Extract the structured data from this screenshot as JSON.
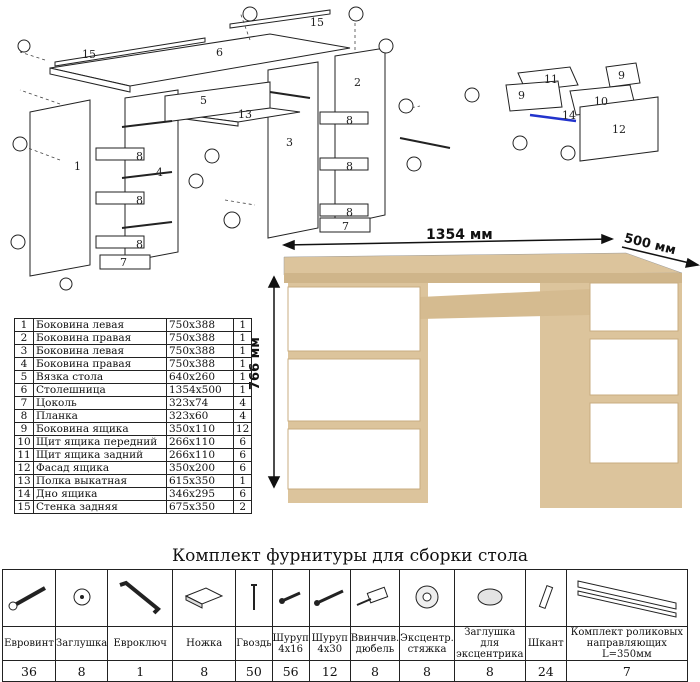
{
  "dimensions": {
    "width": "1354 мм",
    "depth": "500 мм",
    "height": "766 мм"
  },
  "exploded_labels": [
    "15",
    "15",
    "6",
    "1",
    "2",
    "3",
    "4",
    "5",
    "8",
    "8",
    "8",
    "8",
    "8",
    "8",
    "7",
    "7",
    "13"
  ],
  "drawer_labels": [
    "11",
    "9",
    "9",
    "10",
    "14",
    "12"
  ],
  "parts": [
    {
      "n": "1",
      "name": "Боковина левая",
      "dim": "750x388",
      "qty": "1"
    },
    {
      "n": "2",
      "name": "Боковина правая",
      "dim": "750x388",
      "qty": "1"
    },
    {
      "n": "3",
      "name": "Боковина левая",
      "dim": "750x388",
      "qty": "1"
    },
    {
      "n": "4",
      "name": "Боковина правая",
      "dim": "750x388",
      "qty": "1"
    },
    {
      "n": "5",
      "name": "Вязка стола",
      "dim": "640x260",
      "qty": "1"
    },
    {
      "n": "6",
      "name": "Столешница",
      "dim": "1354x500",
      "qty": "1"
    },
    {
      "n": "7",
      "name": "Цоколь",
      "dim": "323x74",
      "qty": "4"
    },
    {
      "n": "8",
      "name": "Планка",
      "dim": "323x60",
      "qty": "4"
    },
    {
      "n": "9",
      "name": "Боковина ящика",
      "dim": "350x110",
      "qty": "12"
    },
    {
      "n": "10",
      "name": "Щит ящика передний",
      "dim": "266x110",
      "qty": "6"
    },
    {
      "n": "11",
      "name": "Щит ящика задний",
      "dim": "266x110",
      "qty": "6"
    },
    {
      "n": "12",
      "name": "Фасад ящика",
      "dim": "350x200",
      "qty": "6"
    },
    {
      "n": "13",
      "name": "Полка выкатная",
      "dim": "615x350",
      "qty": "1"
    },
    {
      "n": "14",
      "name": "Дно ящика",
      "dim": "346x295",
      "qty": "6"
    },
    {
      "n": "15",
      "name": "Стенка задняя",
      "dim": "675x350",
      "qty": "2"
    }
  ],
  "hardware_title": "Комплект фурнитуры для сборки стола",
  "hardware": [
    {
      "label1": "Евровинт",
      "label2": "",
      "qty": "36",
      "icon": "eurobolt-icon"
    },
    {
      "label1": "Заглушка",
      "label2": "",
      "qty": "8",
      "icon": "cap-icon"
    },
    {
      "label1": "Евроключ",
      "label2": "",
      "qty": "1",
      "icon": "hex-key-icon"
    },
    {
      "label1": "Ножка",
      "label2": "",
      "qty": "8",
      "icon": "foot-icon"
    },
    {
      "label1": "Гвоздь",
      "label2": "",
      "qty": "50",
      "icon": "nail-icon"
    },
    {
      "label1": "Шуруп",
      "label2": "4x16",
      "qty": "56",
      "icon": "screw-short-icon"
    },
    {
      "label1": "Шуруп",
      "label2": "4x30",
      "qty": "12",
      "icon": "screw-long-icon"
    },
    {
      "label1": "Ввинчив.",
      "label2": "дюбель",
      "qty": "8",
      "icon": "dowel-screw-icon"
    },
    {
      "label1": "Эксцентр.",
      "label2": "стяжка",
      "qty": "8",
      "icon": "cam-lock-icon"
    },
    {
      "label1": "Заглушка для",
      "label2": "эксцентрика",
      "qty": "8",
      "icon": "cam-cap-icon"
    },
    {
      "label1": "Шкант",
      "label2": "",
      "qty": "24",
      "icon": "dowel-icon"
    },
    {
      "label1": "Комплект роликовых",
      "label2": "направляющих L=350мм",
      "qty": "7",
      "icon": "roller-rail-icon"
    }
  ],
  "colors": {
    "wood": "#dcc49c",
    "wood_dark": "#c9ad80",
    "white": "#ffffff",
    "line": "#222222",
    "blue": "#2233cc"
  }
}
